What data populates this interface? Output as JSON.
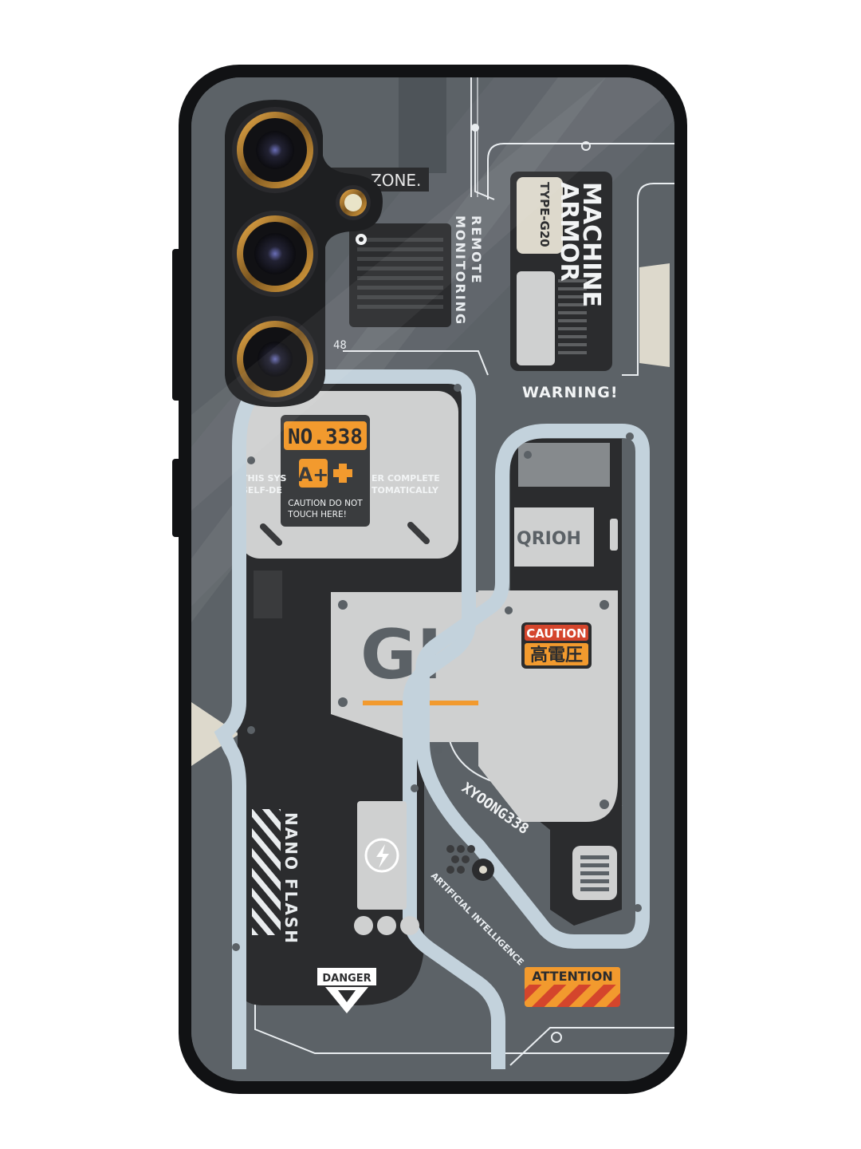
{
  "product": {
    "type": "phone case",
    "colors": {
      "case_body": "#5b6166",
      "case_rim": "#111214",
      "panel_dark": "#2b2c2e",
      "panel_light": "#cfd0d0",
      "outline_blue": "#c3d2dc",
      "accent_orange": "#f29a2e",
      "accent_red": "#d4452c",
      "beige": "#ddd9cc"
    }
  },
  "labels": {
    "zone": "ZONE.",
    "remote_line1": "REMOTE",
    "remote_line2": "MONITORING",
    "machine_line1": "MACHINE",
    "machine_line2": "ARMOR",
    "machine_line3": "TYPE-G20",
    "small_code": "48",
    "warning": "WARNING!",
    "number_badge": "NO.338",
    "plus_mark": "A+",
    "notice_line1": "THIS SYS",
    "notice_line1b": "ER COMPLETE",
    "notice_line2": "SELF-DE",
    "notice_line2b": "TOMATICALLY",
    "caution_line1": "CAUTION DO NOT",
    "caution_line2": "TOUCH HERE!",
    "rotated_tag": "QRIOH",
    "big_code": "GI",
    "caution_badge": "CAUTION",
    "caution_kanji": "高電圧",
    "serial": "XYOONG338",
    "nano_flash": "NANO FLASH",
    "ai_text": "ARTIFICIAL INTELLIGENCE",
    "danger": "DANGER",
    "attention": "ATTENTION"
  },
  "icons": {
    "camera": "camera-lens-icon",
    "flash": "camera-flash-icon",
    "bolt": "lightning-bolt-icon",
    "danger_triangle": "danger-triangle-icon"
  }
}
